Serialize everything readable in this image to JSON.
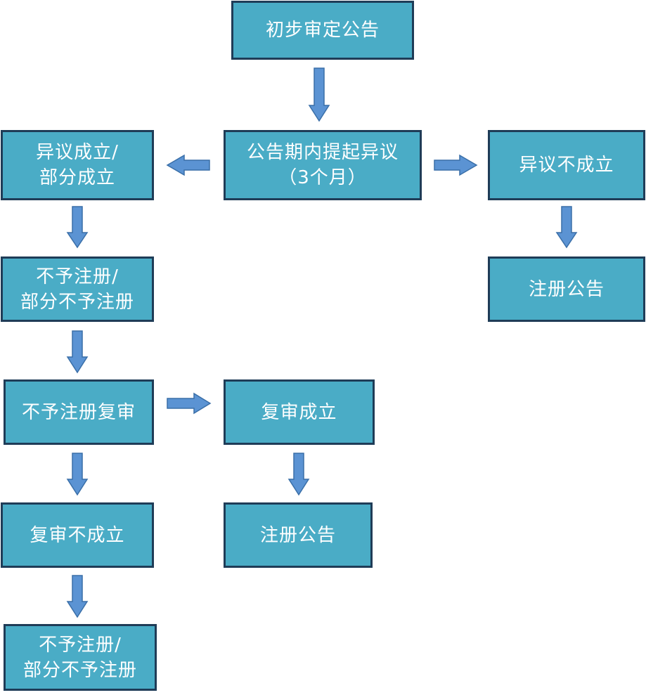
{
  "nodes": {
    "initial": "初步审定公告",
    "objection": [
      "公告期内提起异议",
      "（3个月）"
    ],
    "upheld": [
      "异议成立/",
      "部分成立"
    ],
    "rejected": "异议不成立",
    "registration_right": "注册公告",
    "refuse_1": [
      "不予注册/",
      "部分不予注册"
    ],
    "review": "不予注册复审",
    "review_upheld": "复审成立",
    "registration_mid": "注册公告",
    "review_failed": "复审不成立",
    "refuse_2": [
      "不予注册/",
      "部分不予注册"
    ]
  },
  "colors": {
    "box_fill": "#4aacc6",
    "box_border": "#1f3c57",
    "arrow_fill": "#5b93d3",
    "text": "#ffffff"
  }
}
